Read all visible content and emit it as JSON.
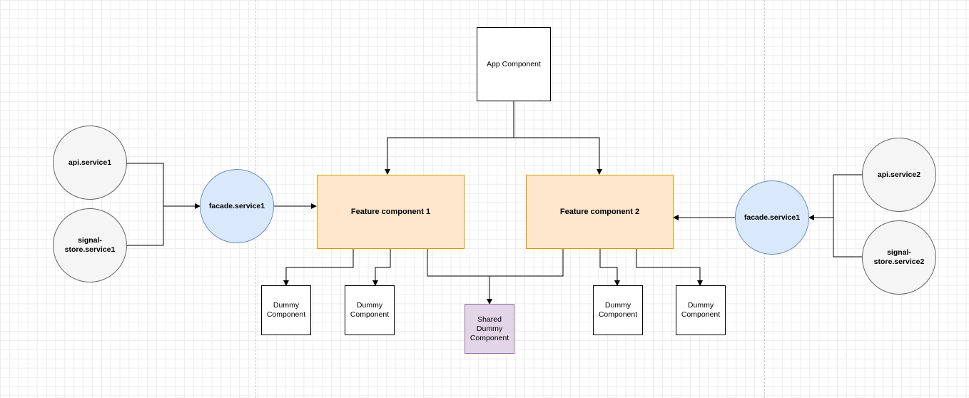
{
  "diagram": {
    "app": "App Component",
    "feature1": "Feature component 1",
    "feature2": "Feature component 2",
    "dummy": "Dummy Component",
    "shared": "Shared Dummy Component",
    "left": {
      "api": "api.service1",
      "store": "signal-store.service1",
      "facade": "facade.service1"
    },
    "right": {
      "api": "api.service2",
      "store": "signal-store.service2",
      "facade": "facade.service1"
    }
  },
  "colors": {
    "feature_fill": "#ffe6cc",
    "feature_stroke": "#d79b00",
    "facade_fill": "#dae8fc",
    "facade_stroke": "#6c8ebf",
    "service_fill": "#f5f5f5",
    "shared_fill": "#e1d5e7",
    "shared_stroke": "#9673a6"
  }
}
